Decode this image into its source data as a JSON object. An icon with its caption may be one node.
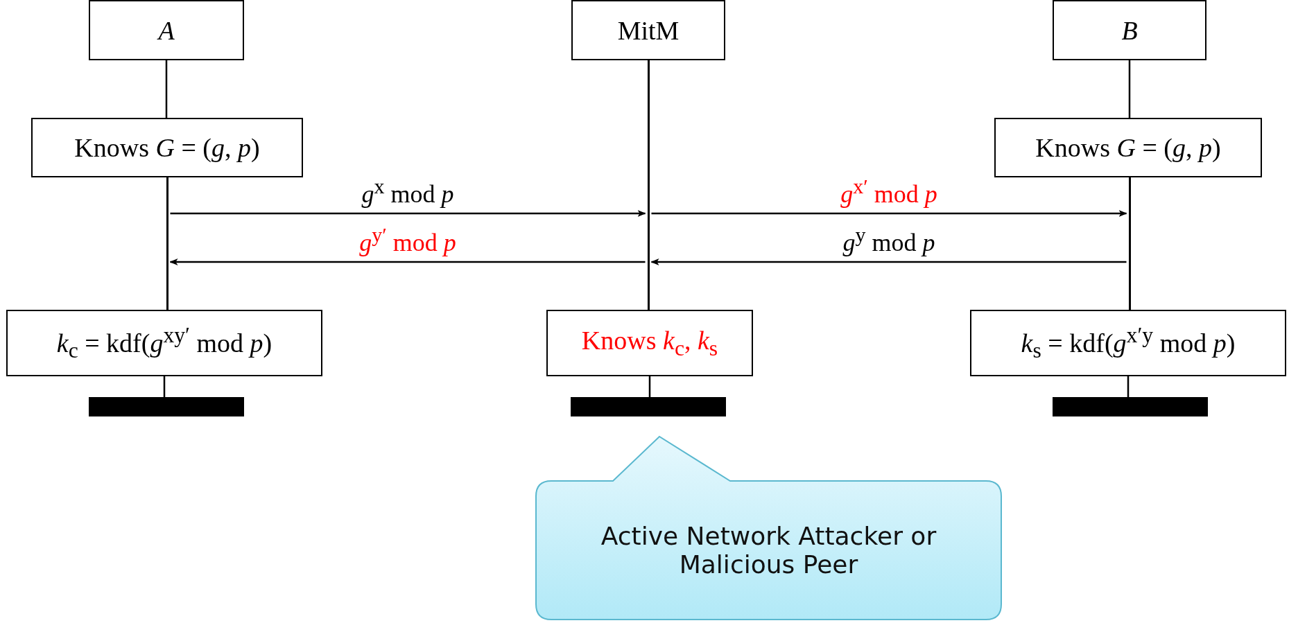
{
  "diagram": {
    "nodes": [
      {
        "text": [
          "*A*"
        ]
      },
      {
        "text": [
          "MitM"
        ]
      },
      {
        "text": [
          "*B*"
        ]
      },
      {
        "text": [
          "Knows *G* = (*g*, *p*)"
        ]
      },
      {
        "text": [
          "Knows *G* = (*g*, *p*)"
        ]
      },
      {
        "text": [
          "*k*$_{c}$ = kdf(*g*$^{xy′}$ mod *p*)"
        ]
      },
      {
        "text": [
          "Knows *k*$_{c}$, *k*$_{s}$"
        ]
      },
      {
        "text": [
          "*k*$_{s}$ = kdf(*g*$^{x′y}$ mod *p*)"
        ]
      },
      {
        "text": [],
        "shape": "bar"
      },
      {
        "text": [],
        "shape": "bar"
      },
      {
        "text": [],
        "shape": "bar"
      },
      {
        "text": [
          "Active Network Attacker or Malicious Peer"
        ]
      },
      {
        "text": [],
        "shape": "line"
      },
      {
        "text": [],
        "shape": "line"
      },
      {
        "text": [],
        "shape": "line"
      }
    ],
    "edges": [
      {
        "from": 0,
        "to": 3,
        "arrow": "none"
      },
      {
        "from": 5,
        "to": 8,
        "arrow": "none"
      },
      {
        "from": 6,
        "to": 9,
        "arrow": "none"
      },
      {
        "from": 2,
        "to": 4,
        "arrow": "none"
      },
      {
        "from": 7,
        "to": 10,
        "arrow": "none"
      },
      {
        "from": 12,
        "to": 13,
        "arrow": "to",
        "label": "*g*$^{x}$ mod *p*"
      },
      {
        "from": 13,
        "to": 14,
        "arrow": "to",
        "label": "*g*$^{x′}$ mod *p*"
      },
      {
        "from": 13,
        "to": 12,
        "arrow": "to",
        "label": "*g*$^{y′}$ mod *p*"
      },
      {
        "from": 14,
        "to": 13,
        "arrow": "to",
        "label": "*g*$^{y}$ mod *p*"
      }
    ]
  }
}
